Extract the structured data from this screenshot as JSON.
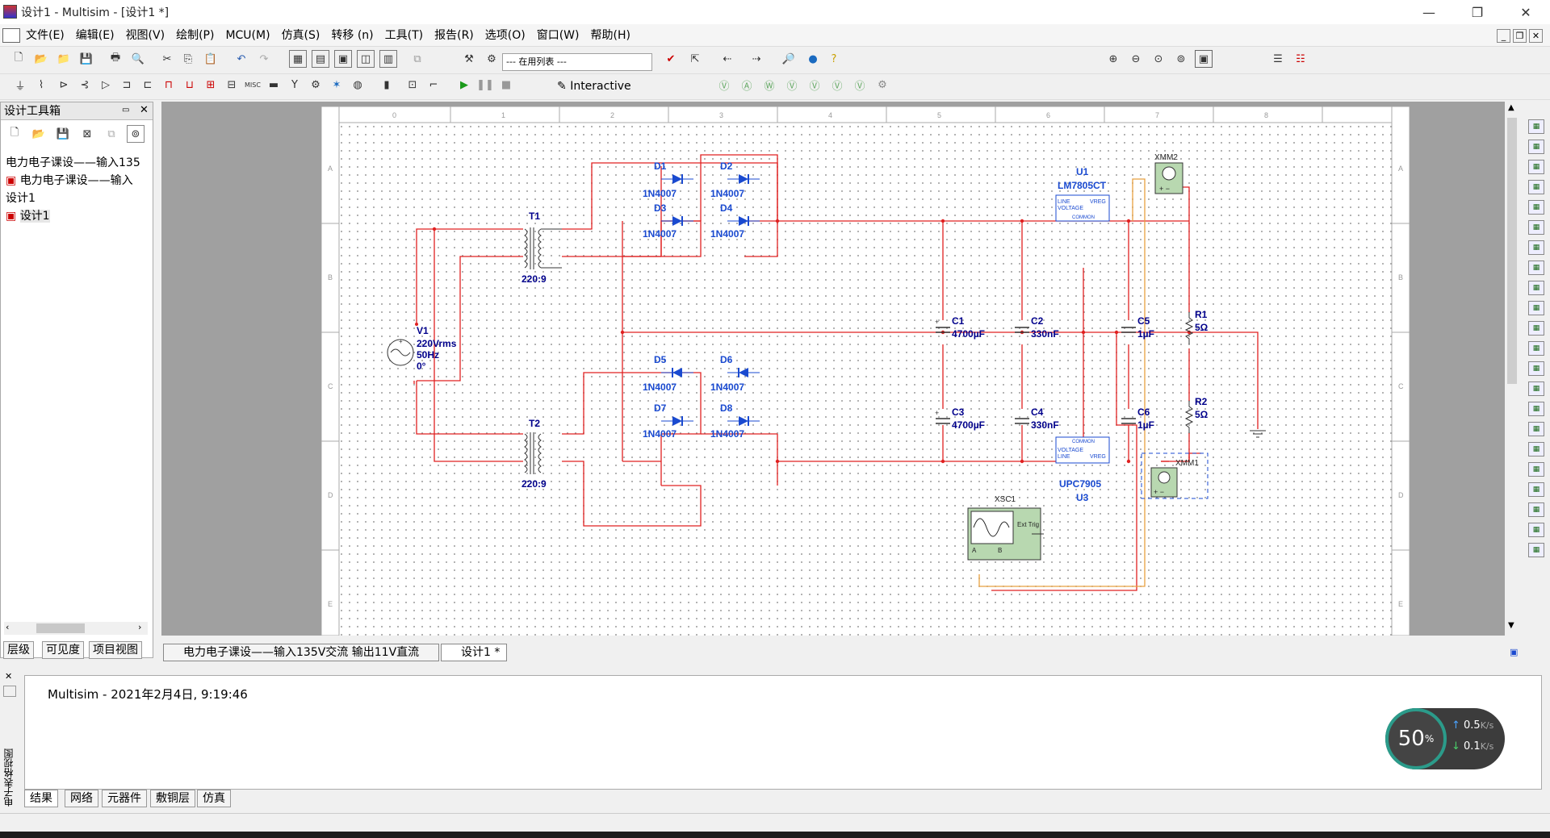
{
  "window": {
    "title": "设计1 - Multisim - [设计1 *]"
  },
  "menu": [
    "文件(E)",
    "编辑(E)",
    "视图(V)",
    "绘制(P)",
    "MCU(M)",
    "仿真(S)",
    "转移 (n)",
    "工具(T)",
    "报告(R)",
    "选项(O)",
    "窗口(W)",
    "帮助(H)"
  ],
  "toolbar": {
    "in_use_list": "--- 在用列表 ---",
    "interactive_label": "Interactive"
  },
  "left_panel": {
    "title": "设计工具箱",
    "tree": [
      "电力电子课设——输入135",
      "电力电子课设——输入",
      "设计1",
      "设计1"
    ],
    "tabs": [
      "层级",
      "可见度",
      "项目视图"
    ]
  },
  "doc_tabs": [
    "电力电子课设——输入135V交流 输出11V直流",
    "设计1 *"
  ],
  "schematic": {
    "ruler_numbers": [
      "0",
      "1",
      "2",
      "3",
      "4",
      "5",
      "6",
      "7",
      "8"
    ],
    "ruler_letters": [
      "A",
      "B",
      "C",
      "D",
      "E"
    ],
    "V1": {
      "name": "V1",
      "lines": [
        "220Vrms",
        "50Hz",
        "0°"
      ]
    },
    "T1": {
      "name": "T1",
      "ratio": "220:9"
    },
    "T2": {
      "name": "T2",
      "ratio": "220:9"
    },
    "diodes": [
      {
        "name": "D1",
        "model": "1N4007"
      },
      {
        "name": "D2",
        "model": "1N4007"
      },
      {
        "name": "D3",
        "model": "1N4007"
      },
      {
        "name": "D4",
        "model": "1N4007"
      },
      {
        "name": "D5",
        "model": "1N4007"
      },
      {
        "name": "D6",
        "model": "1N4007"
      },
      {
        "name": "D7",
        "model": "1N4007"
      },
      {
        "name": "D8",
        "model": "1N4007"
      }
    ],
    "caps": [
      {
        "name": "C1",
        "value": "4700µF"
      },
      {
        "name": "C2",
        "value": "330nF"
      },
      {
        "name": "C3",
        "value": "4700µF"
      },
      {
        "name": "C4",
        "value": "330nF"
      },
      {
        "name": "C5",
        "value": "1µF"
      },
      {
        "name": "C6",
        "value": "1µF"
      }
    ],
    "resistors": [
      {
        "name": "R1",
        "value": "5Ω"
      },
      {
        "name": "R2",
        "value": "5Ω"
      }
    ],
    "U1": {
      "name": "U1",
      "part": "LM7805CT",
      "pins": [
        "LINE",
        "VREG",
        "VOLTAGE",
        "COMMON"
      ]
    },
    "U3": {
      "name": "U3",
      "part": "UPC7905",
      "pins": [
        "COMMON",
        "VOLTAGE",
        "LINE",
        "VREG"
      ]
    },
    "XMM1": "XMM1",
    "XMM2": "XMM2",
    "XSC1": {
      "name": "XSC1",
      "ext": "Ext Trig",
      "a": "A",
      "b": "B"
    }
  },
  "output": {
    "side_label": "电子表格视图",
    "message": "Multisim  -  2021年2月4日, 9:19:46",
    "tabs": [
      "结果",
      "网络",
      "元器件",
      "敷铜层",
      "仿真"
    ]
  },
  "net_widget": {
    "percent": "50",
    "percent_unit": "%",
    "up": "0.5",
    "down": "0.1",
    "unit": "K/s"
  }
}
